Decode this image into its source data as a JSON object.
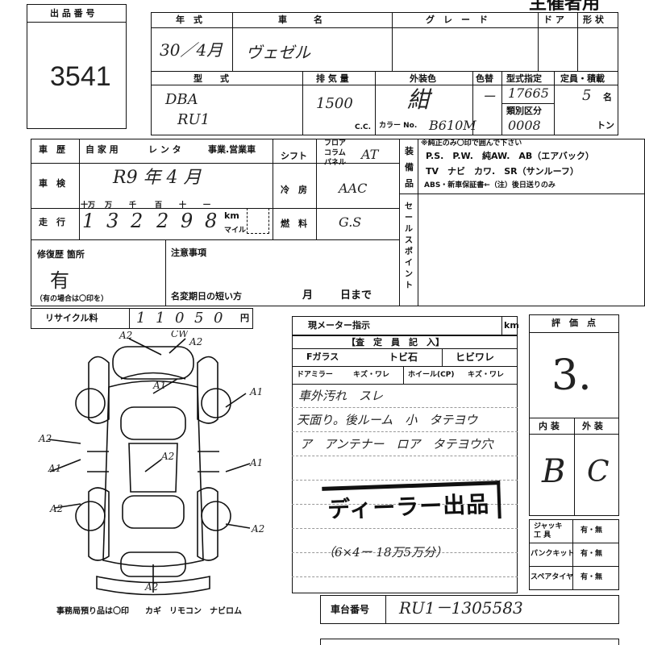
{
  "header": {
    "lot_label": "出 品 番 号",
    "lot_number": "3541",
    "title_fragment": "主催者用",
    "year_label": "年　式",
    "name_label": "車　　　名",
    "grade_label": "グ　レ　ー　ド",
    "door_label": "ド ア",
    "shape_label": "形 状",
    "year_value": "30／4月",
    "name_value": "ヴェゼル",
    "model_label": "型　　式",
    "displacement_label": "排 気 量",
    "color_label": "外装色",
    "color_no_label": "色替",
    "model_designation_label": "型式指定",
    "capacity_label": "定員・積載",
    "class_label": "類別区分",
    "model_value_1": "DBA",
    "model_value_2": "RU1",
    "displacement_value": "1500",
    "cc_unit": "C.C.",
    "color_value": "紺",
    "color_no_value": "－",
    "color_code_label": "カラー No.",
    "color_code_value": "B610M",
    "model_designation_value": "17665",
    "class_value": "0008",
    "capacity_value": "5",
    "capacity_unit": "名",
    "ton_unit": "トン"
  },
  "history": {
    "label": "車　歴",
    "private": "自 家 用",
    "rental": "レ ン タ",
    "business": "事業.営業車",
    "inspection_label": "車　検",
    "inspection_value": "R9 年 4 月",
    "mileage_label": "走　行",
    "mileage_units": [
      "十万",
      "万",
      "千",
      "百",
      "十",
      "一"
    ],
    "mileage_digits": [
      "1",
      "3",
      "2",
      "2",
      "9",
      "8"
    ],
    "km_label": "km",
    "mile_label": "マイル"
  },
  "specs": {
    "shift_label": "シフト",
    "shift_options": [
      "フロア",
      "コラム",
      "パネル"
    ],
    "shift_value": "AT",
    "ac_label": "冷　房",
    "ac_value": "AAC",
    "fuel_label": "燃　料",
    "fuel_value": "G.S"
  },
  "equipment": {
    "label": "装備品",
    "note": "※純正のみ〇印で囲んで下さい",
    "line1": "P.S.　P.W.　純AW.　AB（エアバック）",
    "line2": "TV　ナビ　カワ.　SR（サンルーフ）",
    "line3": "ABS・新車保証書←（注）後日送りのみ",
    "sales_point_label": "セールスポイント"
  },
  "repair": {
    "label": "修復歴 箇所",
    "value": "有",
    "note": "（有の場合は〇印を）",
    "notes_label": "注意事項",
    "name_change_label": "名変期日の短い方",
    "month_label": "月",
    "day_label": "日まで"
  },
  "recycle": {
    "label": "リサイクル料",
    "digits": [
      "1",
      "1",
      "0",
      "5",
      "0"
    ],
    "unit": "円"
  },
  "meter": {
    "label": "現メーター指示",
    "unit": "km"
  },
  "inspector": {
    "header": "【査　定　員　記　入】",
    "f_glass_label": "Fガラス",
    "f_glass_value": "トビ石",
    "f_glass_value2": "ヒビワレ",
    "mirror_label": "ドアミラー",
    "mirror_value": "キズ・ワレ",
    "wheel_label": "ホイール(CP)",
    "wheel_value": "キズ・ワレ",
    "notes": [
      "車外汚れ　スレ",
      "天面り。後ルーム　小　タテヨウ",
      "ア　アンテナー　ロア　タテヨウ穴"
    ],
    "stamp": "ディーラー出品",
    "note_bottom": "（6×4ー 18万5万分）"
  },
  "grade": {
    "label": "評　価　点",
    "value": "3.",
    "interior_label": "内 装",
    "exterior_label": "外 装",
    "interior_value": "B",
    "exterior_value": "C"
  },
  "accessories": {
    "jack_label": "ジャッキ 工 具",
    "puncture_label": "パンクキット",
    "spare_label": "スペアタイヤ",
    "choice": "有・無"
  },
  "chassis": {
    "label": "車台番号",
    "value": "RU1－1305583"
  },
  "diagram": {
    "marks": [
      "A2",
      "CW",
      "A2",
      "A1",
      "A1",
      "A2",
      "A2",
      "A1",
      "A1",
      "A2",
      "A2",
      "A2"
    ],
    "office_note": "事務局預り品は〇印　　カギ　リモコン　ナビロム"
  }
}
